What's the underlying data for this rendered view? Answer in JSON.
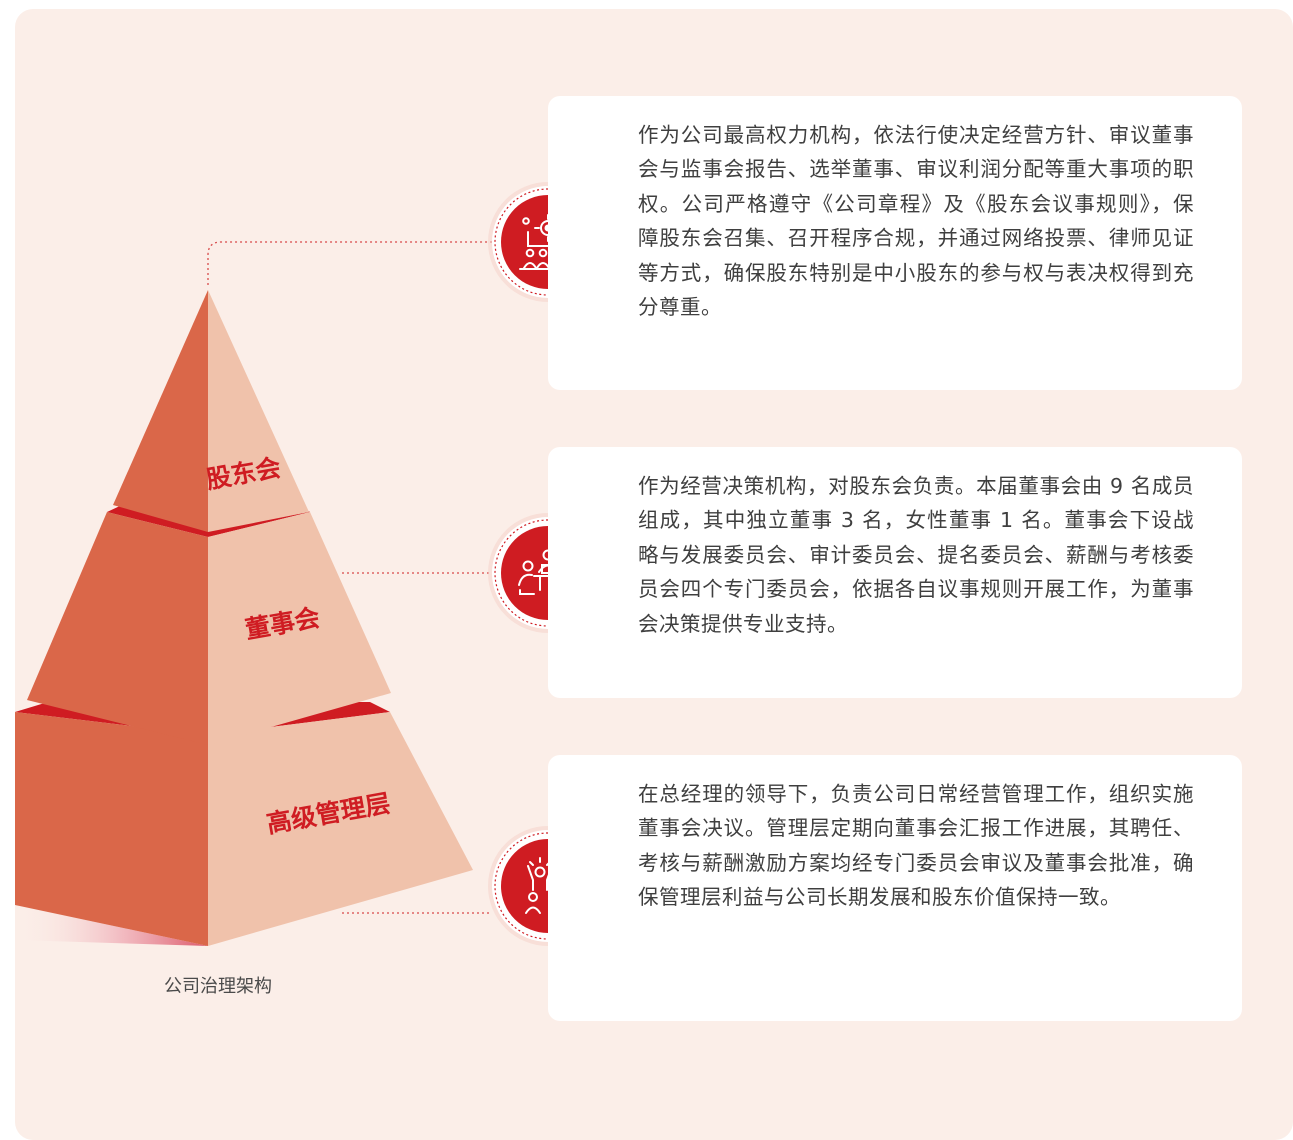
{
  "caption": "公司治理架构",
  "colors": {
    "background": "#fbeee8",
    "pyramid_dark": "#da6749",
    "pyramid_light": "#f0c2ab",
    "accent_red": "#cf1c22",
    "text": "#3f3f3f"
  },
  "tiers": [
    {
      "label": "股东会",
      "icon": "target-audience-icon",
      "description": "作为公司最高权力机构，依法行使决定经营方针、审议董事会与监事会报告、选举董事、审议利润分配等重大事项的职权。公司严格遵守《公司章程》及《股东会议事规则》，保障股东会召集、召开程序合规，并通过网络投票、律师见证等方式，确保股东特别是中小股东的参与权与表决权得到充分尊重。"
    },
    {
      "label": "董事会",
      "icon": "meeting-icon",
      "description": "作为经营决策机构，对股东会负责。本届董事会由 9 名成员组成，其中独立董事 3 名，女性董事 1 名。董事会下设战略与发展委员会、审计委员会、提名委员会、薪酬与考核委员会四个专门委员会，依据各自议事规则开展工作，为董事会决策提供专业支持。"
    },
    {
      "label": "高级管理层",
      "icon": "celebrating-team-icon",
      "description": "在总经理的领导下，负责公司日常经营管理工作，组织实施董事会决议。管理层定期向董事会汇报工作进展，其聘任、考核与薪酬激励方案均经专门委员会审议及董事会批准，确保管理层利益与公司长期发展和股东价值保持一致。"
    }
  ]
}
